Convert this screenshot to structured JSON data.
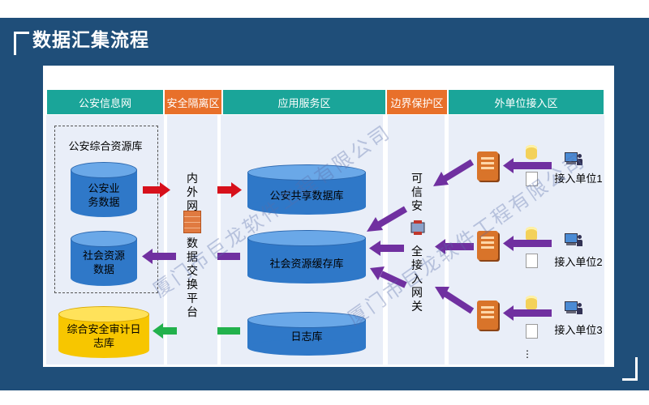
{
  "title": "数据汇集流程",
  "headers": {
    "public_security_net": "公安信息网",
    "isolation_zone": "安全隔离区",
    "application_zone": "应用服务区",
    "boundary_zone": "边界保护区",
    "external_zone": "外单位接入区"
  },
  "resource_pool": {
    "title": "公安综合资源库",
    "business_db": "公安业务数据",
    "social_db": "社会资源数据",
    "audit_db": "综合安全审计日志库"
  },
  "exchange": {
    "top_label": "内外网",
    "bottom_label": "数据交换平台"
  },
  "app_dbs": {
    "shared": "公安共享数据库",
    "cache": "社会资源缓存库",
    "log": "日志库"
  },
  "gateway": {
    "top_label": "可信安",
    "bottom_label": "全接入网关"
  },
  "units": [
    {
      "label": "接入单位1"
    },
    {
      "label": "接入单位2"
    },
    {
      "label": "接入单位3"
    }
  ],
  "more": "⋮",
  "watermark": "厦门市巨龙软件工程有限公司",
  "colors": {
    "background": "#1f4e79",
    "header_teal": "#1aa599",
    "header_orange": "#e8702a",
    "database_blue": "#2f78c8",
    "audit_yellow": "#f7c600",
    "arrow_red": "#d7101b",
    "arrow_purple": "#7030a0",
    "arrow_green": "#22b14c"
  }
}
